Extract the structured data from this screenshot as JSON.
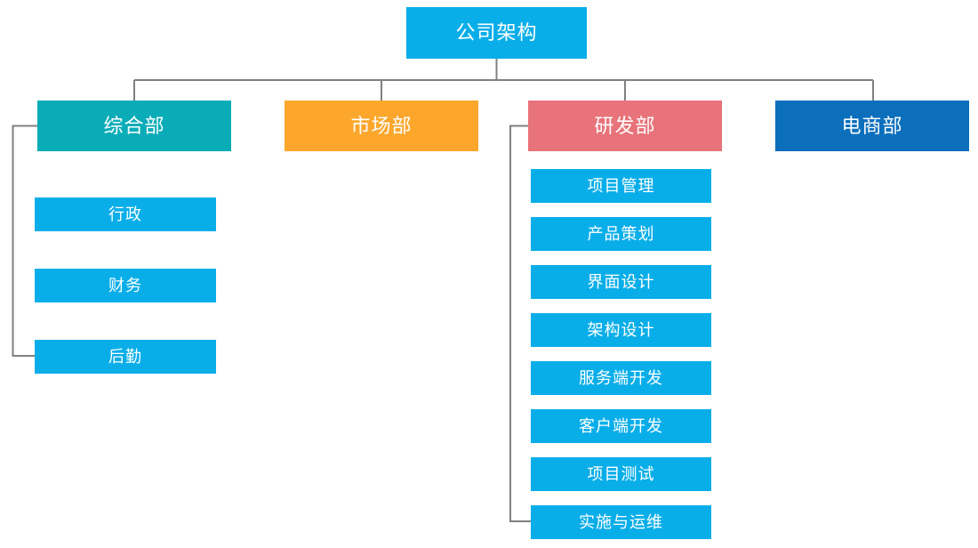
{
  "root": {
    "label": "公司架构",
    "color": "#09AEE9"
  },
  "departments": [
    {
      "id": "general",
      "label": "综合部",
      "color": "#0AACB8",
      "children": [
        "行政",
        "财务",
        "后勤"
      ]
    },
    {
      "id": "marketing",
      "label": "市场部",
      "color": "#FCA72C",
      "children": []
    },
    {
      "id": "rnd",
      "label": "研发部",
      "color": "#E8737A",
      "children": [
        "项目管理",
        "产品策划",
        "界面设计",
        "架构设计",
        "服务端开发",
        "客户端开发",
        "项目测试",
        "实施与运维"
      ]
    },
    {
      "id": "ecommerce",
      "label": "电商部",
      "color": "#0B6FBC",
      "children": []
    }
  ],
  "colors": {
    "child_box": "#09AEE9",
    "connector": "#808080",
    "text": "#FFFFFF"
  }
}
